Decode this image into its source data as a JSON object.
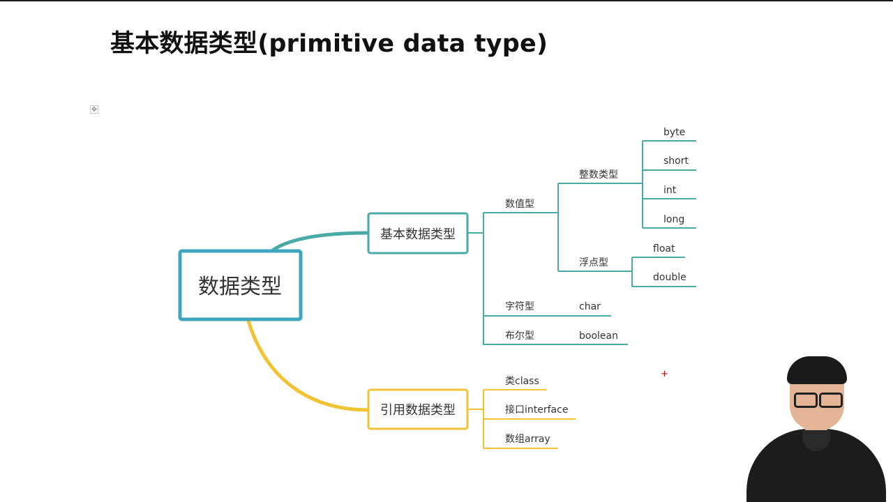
{
  "page": {
    "title": "基本数据类型(primitive data type)"
  },
  "mindmap": {
    "root": "数据类型",
    "branches": [
      {
        "label": "基本数据类型",
        "children": [
          {
            "label": "数值型",
            "children": [
              {
                "label": "整数类型",
                "children": [
                  "byte",
                  "short",
                  "int",
                  "long"
                ]
              },
              {
                "label": "浮点型",
                "children": [
                  "float",
                  "double"
                ]
              }
            ]
          },
          {
            "label": "字符型",
            "children": [
              "char"
            ]
          },
          {
            "label": "布尔型",
            "children": [
              "boolean"
            ]
          }
        ]
      },
      {
        "label": "引用数据类型",
        "children": [
          "类class",
          "接口interface",
          "数组array"
        ]
      }
    ]
  },
  "colors": {
    "primitive_branch": "#49aaa6",
    "root_border": "#3ea7bf",
    "reference_branch": "#f1c232",
    "title_text": "#111111"
  },
  "icons": {
    "table_move_handle": "move-cross-icon",
    "cursor": "red-plus-cursor-icon"
  }
}
